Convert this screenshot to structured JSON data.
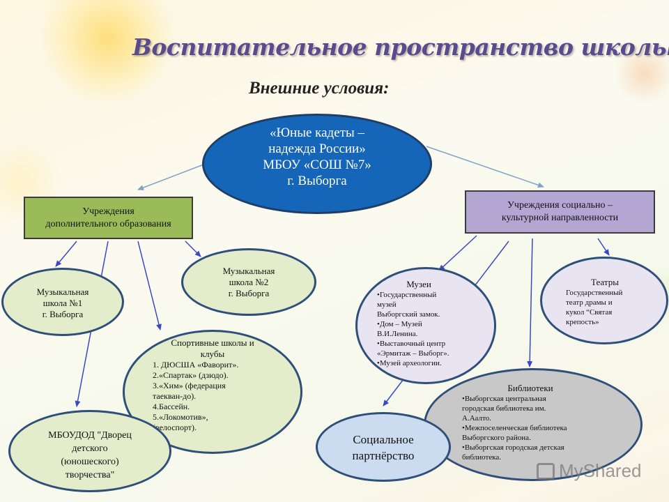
{
  "title": "Воспитательное пространство школы",
  "subtitle": "Внешние условия:",
  "center": {
    "line1": "«Юные кадеты –",
    "line2": "надежда России»",
    "line3": "МБОУ «СОШ №7»",
    "line4": "г. Выборга"
  },
  "branch_dop": {
    "label_line1": "Учреждения",
    "label_line2": "дополнительного образования"
  },
  "branch_soc": {
    "label_line1": "Учреждения социально –",
    "label_line2": "культурной направленности"
  },
  "music1": {
    "line1": "Музыкальная",
    "line2": "школа №1",
    "line3": "г. Выборга"
  },
  "music2": {
    "line1": "Музыкальная",
    "line2": "школа №2",
    "line3": "г. Выборга"
  },
  "sport": {
    "title_line1": "Спортивные школы и",
    "title_line2": "клубы",
    "items": [
      "1. ДЮСША «Фаворит».",
      "2.«Спартак» (дзюдо).",
      "3.«Хим» (федерация",
      "таекван-до).",
      "4.Бассейн.",
      "5.«Локомотив»,",
      "(велоспорт)."
    ]
  },
  "ddt": {
    "line1": "МБОУДОД \"Дворец",
    "line2": "детского",
    "line3": "(юношеского)",
    "line4": "творчества\""
  },
  "museums": {
    "title": "Музеи",
    "items": [
      "•Государственный",
      "музей",
      "Выборгский замок.",
      "•Дом – Музей",
      "В.И.Ленина.",
      "•Выставочный центр",
      "«Эрмитаж – Выборг».",
      "•Музей археологии."
    ]
  },
  "theatres": {
    "title": "Театры",
    "items": [
      "Государственный",
      "театр драмы и",
      "кукол “Святая",
      "крепость»"
    ]
  },
  "libraries": {
    "title": "Библиотеки",
    "items": [
      "•Выборгская центральная",
      "городская библиотека им.",
      "А.Аалто.",
      "•Межпоселенческая библиотека",
      "Выборгского района.",
      "•Выборгская городская детская",
      "библиотека."
    ]
  },
  "partnership": {
    "line1": "Социальное",
    "line2": "партнёрство"
  },
  "watermark": "MyShared",
  "colors": {
    "title": "#5a4b8f",
    "center_fill": "#1565b8",
    "dop_fill": "#9bbb59",
    "soc_fill": "#b3a6d3",
    "arrow": "#3a48c8"
  }
}
